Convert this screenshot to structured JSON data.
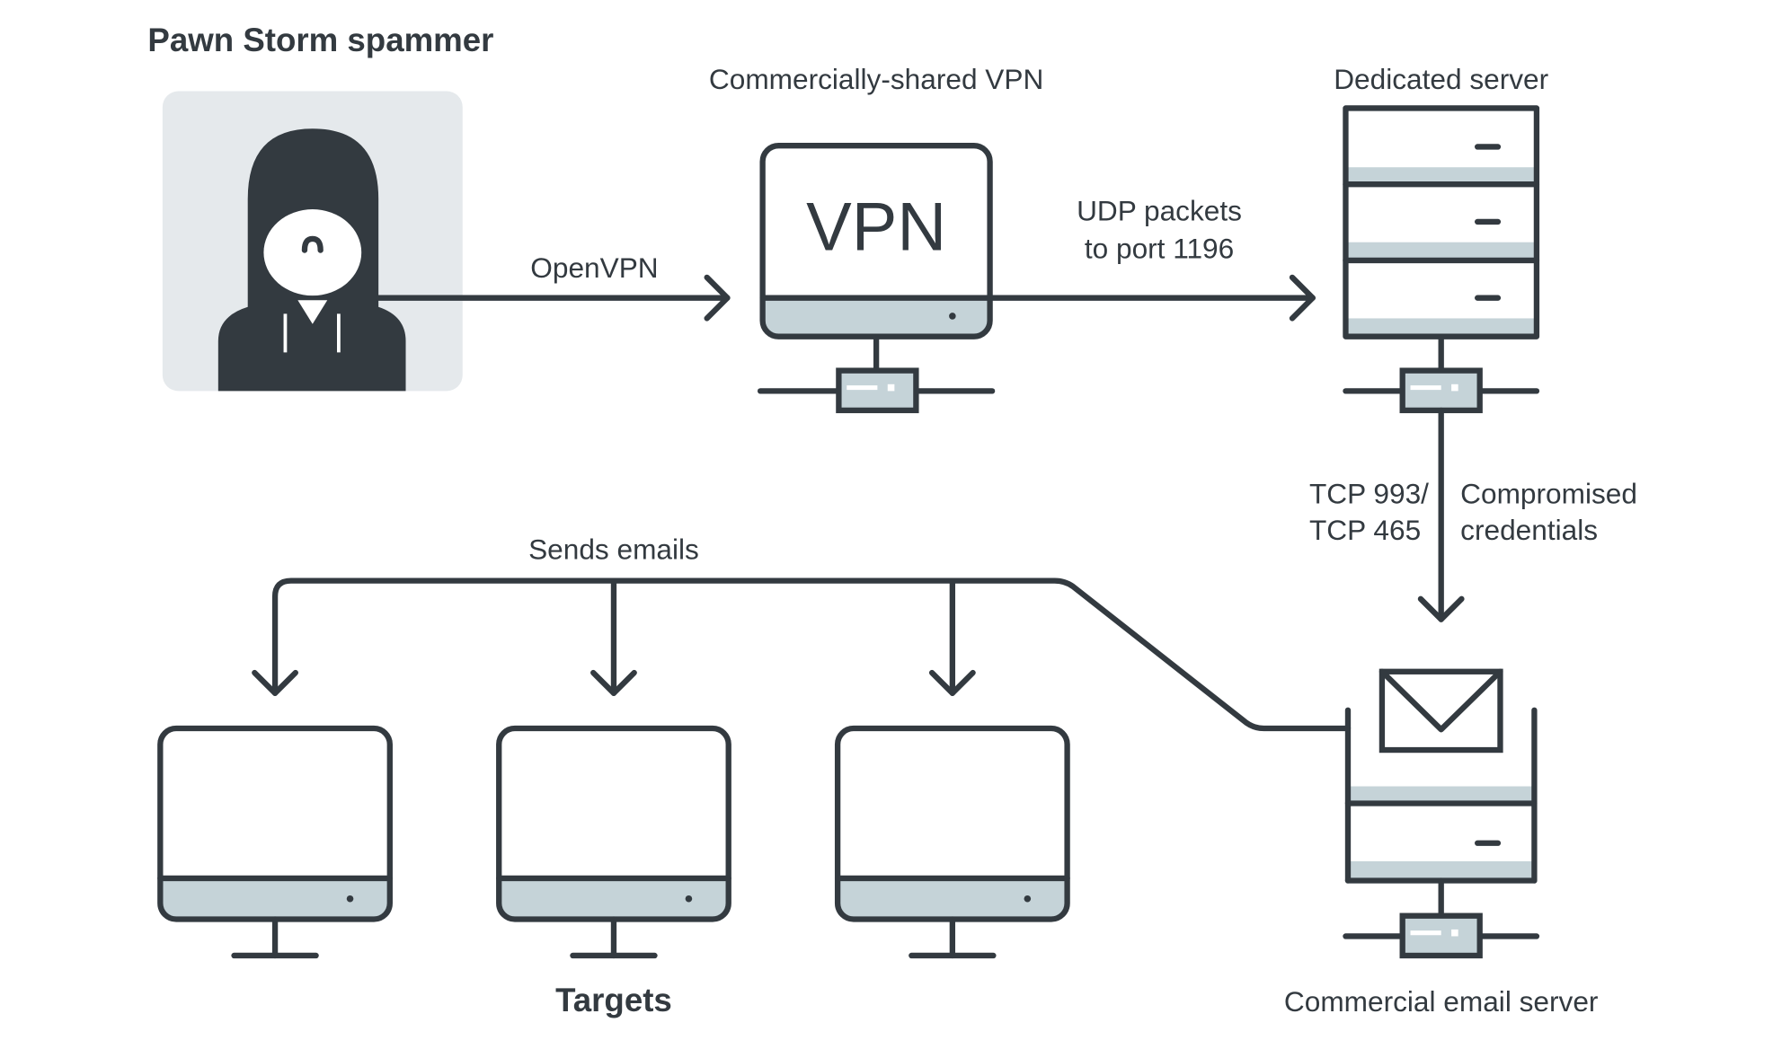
{
  "nodes": {
    "spammer": {
      "title": "Pawn Storm spammer"
    },
    "vpn": {
      "title": "Commercially-shared VPN",
      "screen_text": "VPN"
    },
    "dedicated": {
      "title": "Dedicated server"
    },
    "email_server": {
      "title": "Commercial email server"
    },
    "targets": {
      "title": "Targets"
    }
  },
  "edges": {
    "openvpn": "OpenVPN",
    "udp_line1": "UDP packets",
    "udp_line2": "to port 1196",
    "tcp_line1": "TCP 993/",
    "tcp_line2": "TCP 465",
    "cred_line1": "Compromised",
    "cred_line2": "credentials",
    "sends": "Sends emails"
  },
  "colors": {
    "stroke": "#333a40",
    "accent_gray": "#c5d3d8",
    "panel": "#e5e9ec"
  }
}
